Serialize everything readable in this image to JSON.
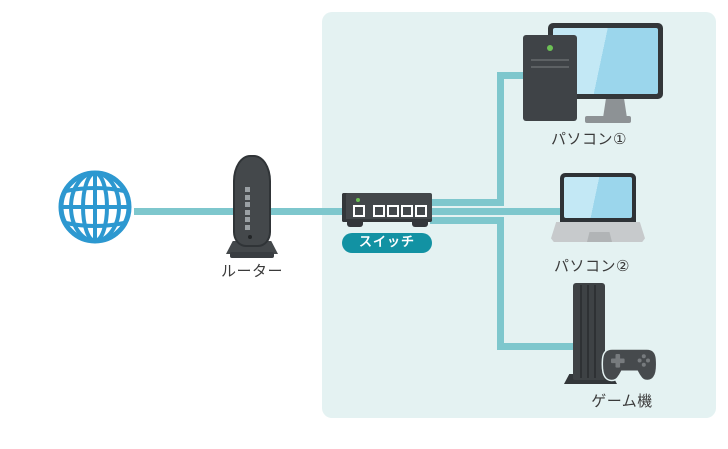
{
  "diagram": {
    "type": "network-topology",
    "nodes": {
      "internet": {
        "icon": "globe-icon"
      },
      "router": {
        "label": "ルーター"
      },
      "switch": {
        "label": "スイッチ"
      },
      "pc1": {
        "label": "パソコン①"
      },
      "pc2": {
        "label": "パソコン②"
      },
      "game_console": {
        "label": "ゲーム機"
      }
    },
    "connections": [
      {
        "from": "internet",
        "to": "router"
      },
      {
        "from": "router",
        "to": "switch"
      },
      {
        "from": "switch",
        "to": "pc1"
      },
      {
        "from": "switch",
        "to": "pc2"
      },
      {
        "from": "switch",
        "to": "game_console"
      }
    ],
    "colors": {
      "panel_background": "#e4f2f2",
      "cable": "#7ec7cd",
      "badge": "#1292a3",
      "globe_blue": "#2d98d0",
      "device_dark": "#43474a",
      "screen_blue": "#9bd6ec",
      "led_green": "#6cc155"
    }
  }
}
